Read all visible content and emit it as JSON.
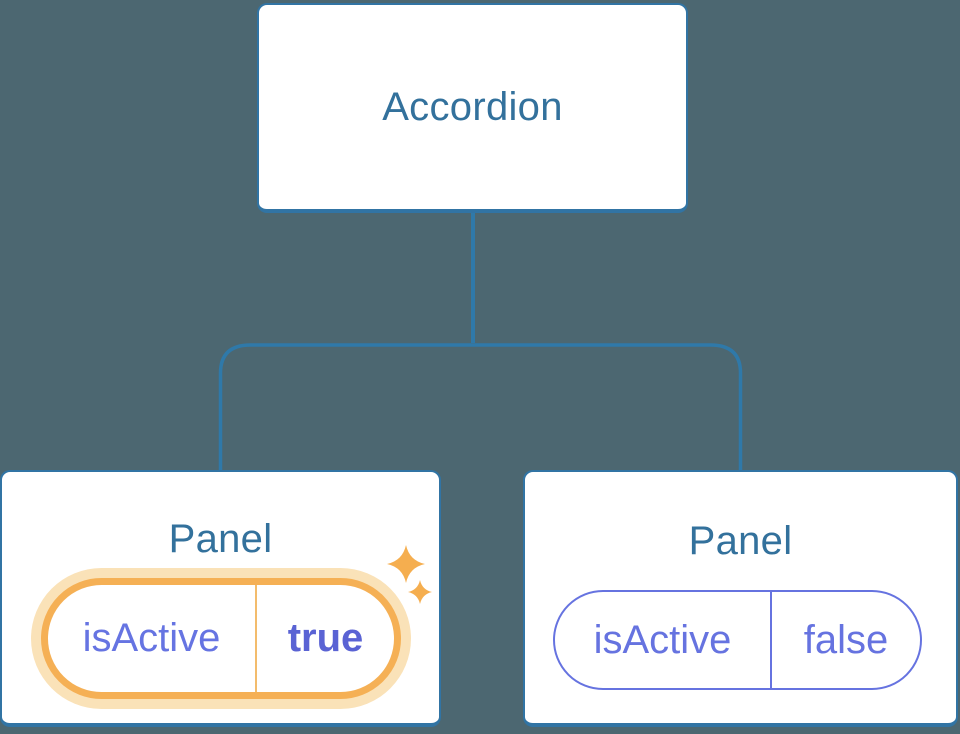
{
  "canvas": {
    "background_color": "#4C6771"
  },
  "colors": {
    "node_background": "#FFFFFF",
    "node_border_blue": "#3174A4",
    "connector_blue": "#2F79A9",
    "title_text_blue": "#33719C",
    "prop_purple": "#6673E0",
    "prop_purple_bold": "#5A63D4",
    "highlight_orange": "#F5B055",
    "highlight_glow_orange": "#FAE2B8",
    "divider_orange": "#F3BC6C",
    "sparkle_orange": "#F5AE4F"
  },
  "icons": {
    "sparkles": "two four-point stars (highlight/magic)"
  },
  "tree": {
    "root": {
      "label": "Accordion"
    },
    "children": [
      {
        "label": "Panel",
        "prop_name": "isActive",
        "prop_value": "true",
        "highlighted": true
      },
      {
        "label": "Panel",
        "prop_name": "isActive",
        "prop_value": "false",
        "highlighted": false
      }
    ]
  }
}
